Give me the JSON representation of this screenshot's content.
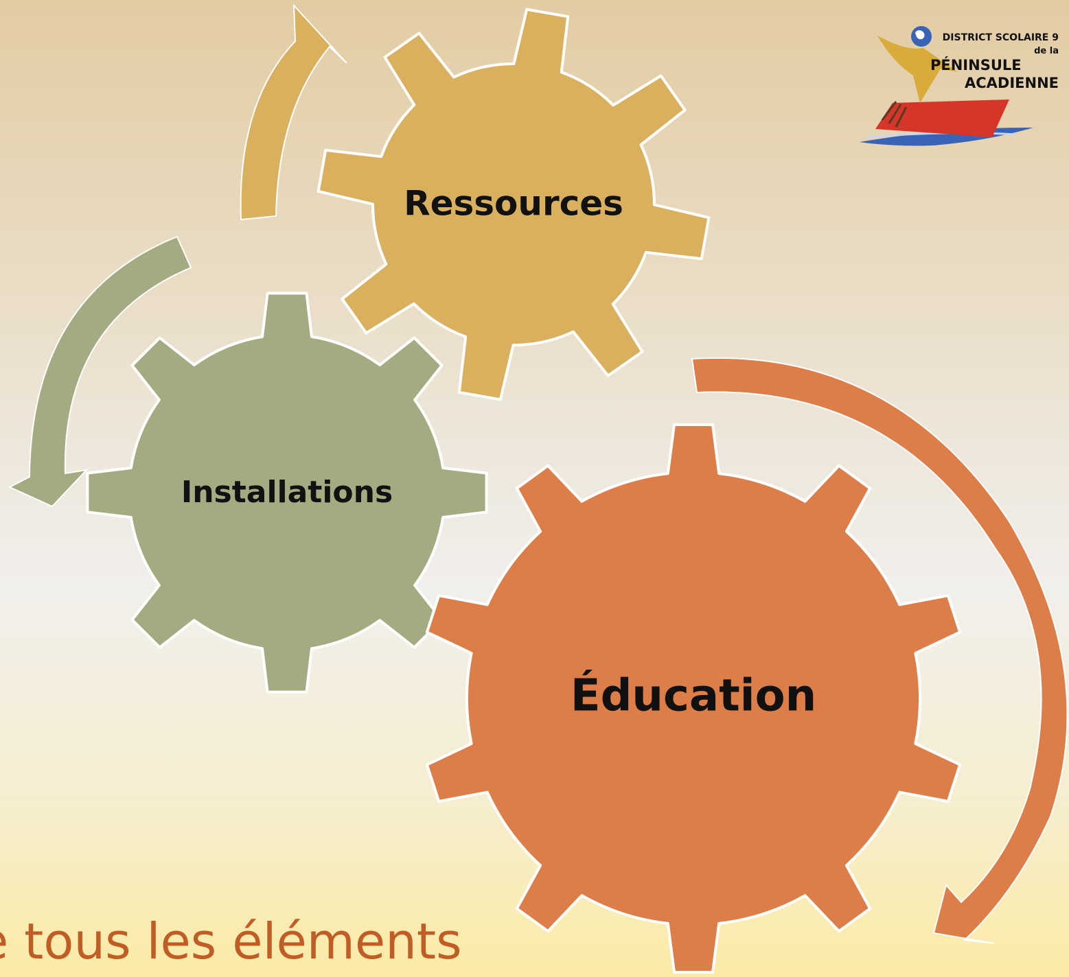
{
  "gears": [
    {
      "id": "resources",
      "label": "Ressources",
      "color": "#d9b15e"
    },
    {
      "id": "installations",
      "label": "Installations",
      "color": "#a5ab81"
    },
    {
      "id": "education",
      "label": "Éducation",
      "color": "#dd7d48"
    }
  ],
  "arrows": [
    {
      "id": "yellow",
      "color": "#d9b15e"
    },
    {
      "id": "green",
      "color": "#a5ab81"
    },
    {
      "id": "orange",
      "color": "#dd7d48"
    }
  ],
  "logo": {
    "line1": "DISTRICT SCOLAIRE 9",
    "line2": "de la",
    "line3": "PÉNINSULE",
    "line4": "ACADIENNE"
  },
  "caption": "e tous les éléments"
}
